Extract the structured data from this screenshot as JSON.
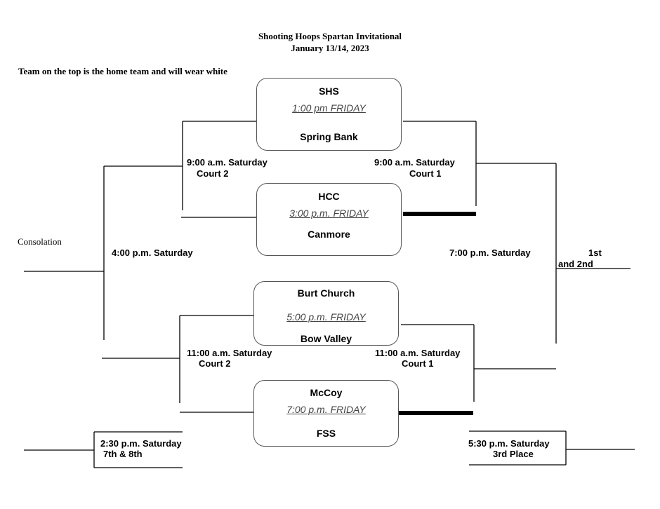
{
  "header": {
    "title": "Shooting Hoops Spartan Invitational",
    "dates": "January 13/14, 2023",
    "home_note": "Team on the top is the home team and will wear white"
  },
  "games": [
    {
      "home": "SHS",
      "time": "1:00 pm  FRIDAY",
      "away": "Spring Bank"
    },
    {
      "home": "HCC",
      "time": "3:00 p.m. FRIDAY",
      "away": "Canmore"
    },
    {
      "home": "Burt Church",
      "time": "5:00 p.m. FRIDAY",
      "away": "Bow Valley"
    },
    {
      "home": "McCoy",
      "time": "7:00 p.m. FRIDAY",
      "away": "FSS"
    }
  ],
  "saturday_games": {
    "cons_top": {
      "time": "9:00 a.m. Saturday",
      "court": "Court 2"
    },
    "win_top": {
      "time": "9:00 a.m. Saturday",
      "court": "Court 1"
    },
    "cons_bottom": {
      "time": "11:00 a.m. Saturday",
      "court": "Court 2"
    },
    "win_bottom": {
      "time": "11:00 a.m. Saturday",
      "court": "Court 1"
    },
    "consolation_final": {
      "time": "4:00 p.m. Saturday",
      "label": "Consolation"
    },
    "championship": {
      "time": "7:00 p.m. Saturday",
      "line1": "1st",
      "line2": "and 2nd"
    },
    "seventh_eighth": {
      "time": "2:30 p.m. Saturday",
      "label": "7th & 8th"
    },
    "third_place": {
      "time": "5:30 p.m. Saturday",
      "label": "3rd Place"
    }
  }
}
